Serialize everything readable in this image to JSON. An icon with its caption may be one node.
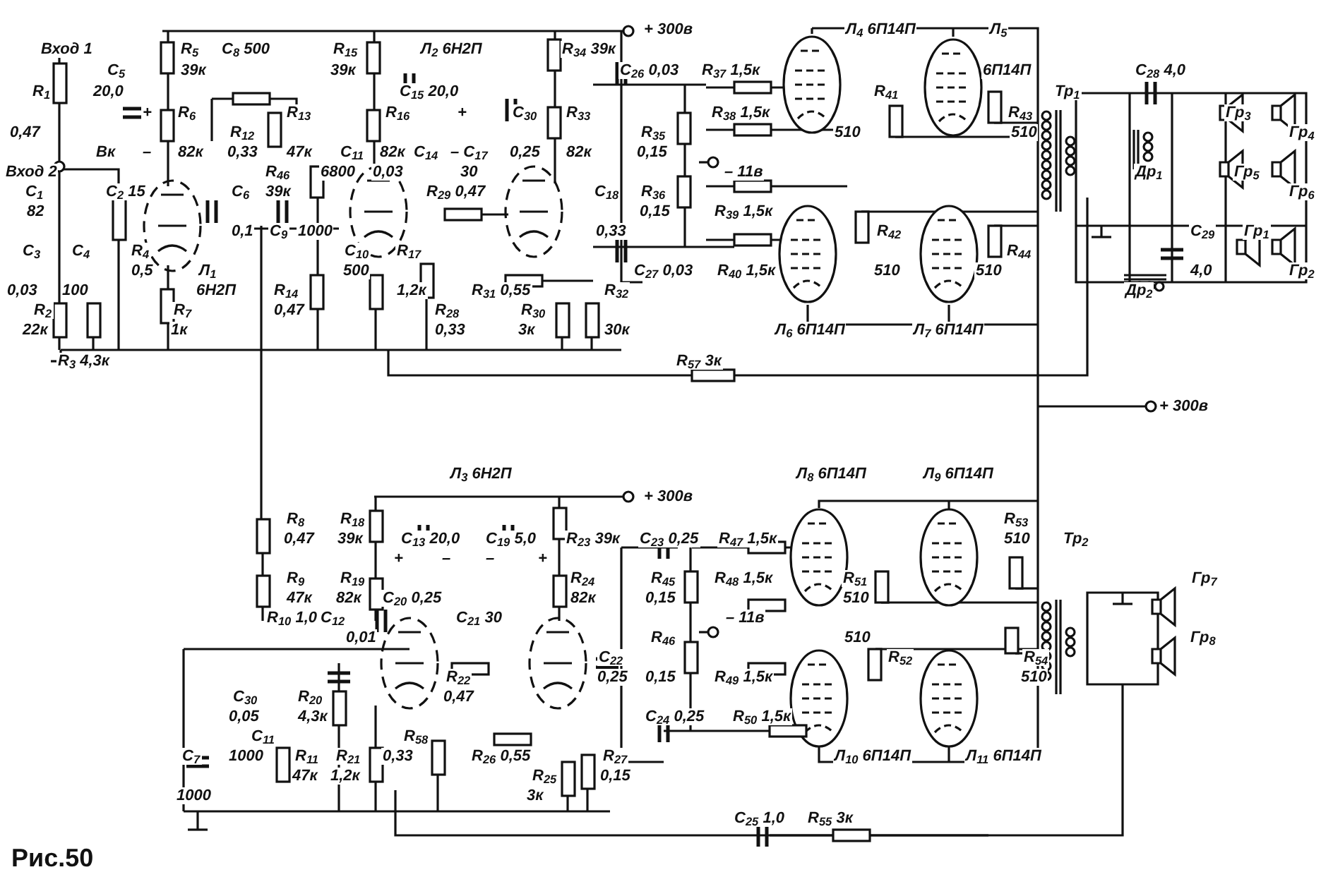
{
  "diagram": {
    "caption": "Рис.50",
    "labels": [
      "+ 300в",
      "Л$_{4}$ 6П14П",
      "Л$_{5}$",
      "Вход 1",
      "R$_{5}$",
      "C$_{8}$ 500",
      "R$_{15}$",
      "Л$_{2}$ 6Н2П",
      "R$_{34}$ 39к",
      "C$_{5}$",
      "39к",
      "39к",
      "C$_{26}$ 0,03",
      "R$_{37}$ 1,5к",
      "6П14П",
      "C$_{28}$ 4,0",
      "R$_{1}$",
      "20,0",
      "C$_{15}$ 20,0",
      "R$_{41}$",
      "Тр$_{1}$",
      "+",
      "R$_{6}$",
      "R$_{13}$",
      "R$_{16}$",
      "+",
      "C$_{30}$",
      "R$_{33}$",
      "R$_{38}$ 1,5к",
      "R$_{43}$",
      "Гр$_{3}$",
      "0,47",
      "R$_{12}$",
      "R$_{35}$",
      "510",
      "510",
      "Гр$_{4}$",
      "Вк",
      "–",
      "82к",
      "0,33",
      "47к",
      "C$_{11}$",
      "82к",
      "C$_{14}$",
      "– C$_{17}$",
      "0,25",
      "82к",
      "0,15",
      "Вход 2",
      "R$_{46}$",
      "6800",
      "0,03",
      "30",
      "– 11в",
      "Др$_{1}$",
      "Гр$_{5}$",
      "C$_{1}$",
      "C$_{2}$ 15",
      "C$_{6}$",
      "39к",
      "R$_{29}$ 0,47",
      "C$_{18}$",
      "R$_{36}$",
      "Гр$_{6}$",
      "82",
      "0,15",
      "R$_{39}$ 1,5к",
      "0,1",
      "C$_{9}$",
      "1000",
      "0,33",
      "R$_{42}$",
      "C$_{29}$",
      "Гр$_{1}$",
      "C$_{3}$",
      "C$_{4}$",
      "R$_{4}$",
      "C$_{10}$",
      "R$_{17}$",
      "R$_{44}$",
      "0,5",
      "Л$_{1}$",
      "500",
      "C$_{27}$ 0,03",
      "R$_{40}$ 1,5к",
      "510",
      "510",
      "4,0",
      "Гр$_{2}$",
      "0,03",
      "100",
      "6Н2П",
      "R$_{14}$",
      "1,2к",
      "R$_{31}$ 0,55",
      "R$_{32}$",
      "Др$_{2}$",
      "R$_{2}$",
      "R$_{7}$",
      "0,47",
      "R$_{28}$",
      "R$_{30}$",
      "22к",
      "1к",
      "0,33",
      "3к",
      "30к",
      "Л$_{6}$ 6П14П",
      "Л$_{7}$ 6П14П",
      "R$_{3}$ 4,3к",
      "R$_{57}$ 3к",
      "+ 300в",
      "Л$_{3}$ 6Н2П",
      "Л$_{8}$ 6П14П",
      "Л$_{9}$ 6П14П",
      "+ 300в",
      "R$_{8}$",
      "R$_{18}$",
      "R$_{53}$",
      "0,47",
      "39к",
      "C$_{13}$ 20,0",
      "C$_{19}$ 5,0",
      "R$_{23}$ 39к",
      "C$_{23}$ 0,25",
      "R$_{47}$ 1,5к",
      "510",
      "Тр$_{2}$",
      "+",
      "–",
      "–",
      "+",
      "R$_{9}$",
      "R$_{19}$",
      "R$_{24}$",
      "R$_{45}$",
      "R$_{48}$ 1,5к",
      "R$_{51}$",
      "Гр$_{7}$",
      "47к",
      "82к",
      "C$_{20}$ 0,25",
      "82к",
      "0,15",
      "510",
      "R$_{10}$ 1,0",
      "C$_{12}$",
      "C$_{21}$ 30",
      "– 11в",
      "0,01",
      "R$_{46}$",
      "510",
      "Гр$_{8}$",
      "C$_{22}$",
      "R$_{52}$",
      "R$_{54}$",
      "R$_{22}$",
      "0,25",
      "0,15",
      "R$_{49}$ 1,5к",
      "510",
      "C$_{30}$",
      "R$_{20}$",
      "0,47",
      "0,05",
      "4,3к",
      "C$_{24}$ 0,25",
      "R$_{50}$ 1,5к",
      "C$_{11}$",
      "R$_{58}$",
      "C$_{7}$",
      "1000",
      "R$_{11}$",
      "R$_{21}$",
      "0,33",
      "R$_{26}$ 0,55",
      "R$_{27}$",
      "Л$_{10}$ 6П14П",
      "Л$_{11}$ 6П14П",
      "47к",
      "1,2к",
      "R$_{25}$",
      "0,15",
      "1000",
      "3к",
      "C$_{25}$ 1,0",
      "R$_{55}$ 3к"
    ]
  }
}
